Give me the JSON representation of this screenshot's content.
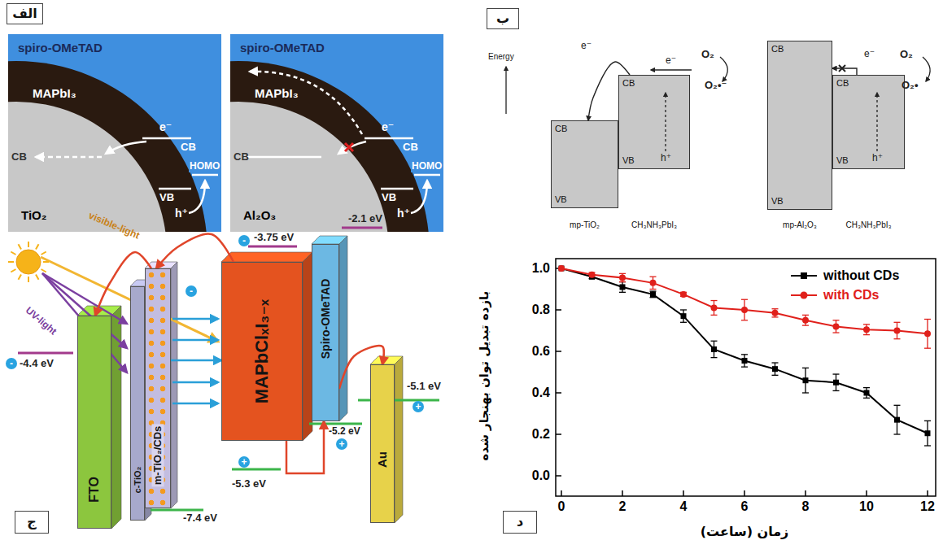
{
  "diagram": {
    "nodes": [
      {
        "text": [
          "الف"
        ]
      },
      {
        "text": [
          "ب"
        ]
      },
      {
        "text": [
          "CB",
          "VB",
          "mp-TiO₂"
        ]
      },
      {
        "text": [
          "CB",
          "VB",
          "CH₃NH₃PbI₃"
        ]
      },
      {
        "text": [
          "CB",
          "VB",
          "mp-Al₂O₃"
        ]
      },
      {
        "text": [
          "CB",
          "VB",
          "CH₃NH₃PbI₃"
        ]
      },
      {
        "text": [
          "ج"
        ]
      },
      {
        "text": [
          "FTO"
        ]
      },
      {
        "text": [
          "c-TiO₂"
        ]
      },
      {
        "text": [
          "m-TiO₂/CDs"
        ]
      },
      {
        "text": [
          "MAPbClₓI₃₋ₓ"
        ]
      },
      {
        "text": [
          "Spiro-OMeTAD"
        ]
      },
      {
        "text": [
          "Au"
        ]
      },
      {
        "text": [
          "د"
        ]
      }
    ],
    "edges": [
      {
        "from": 3,
        "to": 2,
        "arrow": "to",
        "label": "e⁻"
      },
      {
        "from": 5,
        "to": 4,
        "arrow": "to",
        "label": "e⁻"
      },
      {
        "from": 10,
        "to": 9,
        "arrow": "to"
      },
      {
        "from": 9,
        "to": 7,
        "arrow": "to"
      },
      {
        "from": 9,
        "to": 10,
        "arrow": "to"
      },
      {
        "from": 10,
        "to": 11,
        "arrow": "to"
      },
      {
        "from": 11,
        "to": 12,
        "arrow": "to"
      }
    ],
    "labels": [
      "spiro-OMeTAD",
      "MAPbI₃",
      "e⁻",
      "CB",
      "CB",
      "VB",
      "h⁺",
      "HOMO",
      "TiO₂",
      "spiro-OMeTAD",
      "MAPbI₃",
      "e⁻",
      "CB",
      "CB",
      "VB",
      "h⁺",
      "HOMO",
      "Al₂O₃",
      "Energy",
      "e⁻",
      "O₂",
      "O₂•⁻",
      "h⁺",
      "O₂",
      "O₂•",
      "h⁺",
      "visible-light",
      "UV-light",
      "-4.4 eV",
      "-3.75 eV",
      "-2.1 eV",
      "-5.1 eV",
      "-5.2 eV",
      "-5.3 eV",
      "-7.4 eV",
      "بازده تبدیل توان بهنجار شده",
      "زمان (ساعت)",
      "0.0",
      "0.2",
      "0.4",
      "0.6",
      "0.8",
      "1.0",
      "0",
      "2",
      "4",
      "6",
      "8",
      "10",
      "12",
      "-",
      "-",
      "-",
      "+",
      "+",
      "+"
    ],
    "legend": [
      {
        "text": "without CDs"
      },
      {
        "text": "with CDs"
      }
    ]
  }
}
